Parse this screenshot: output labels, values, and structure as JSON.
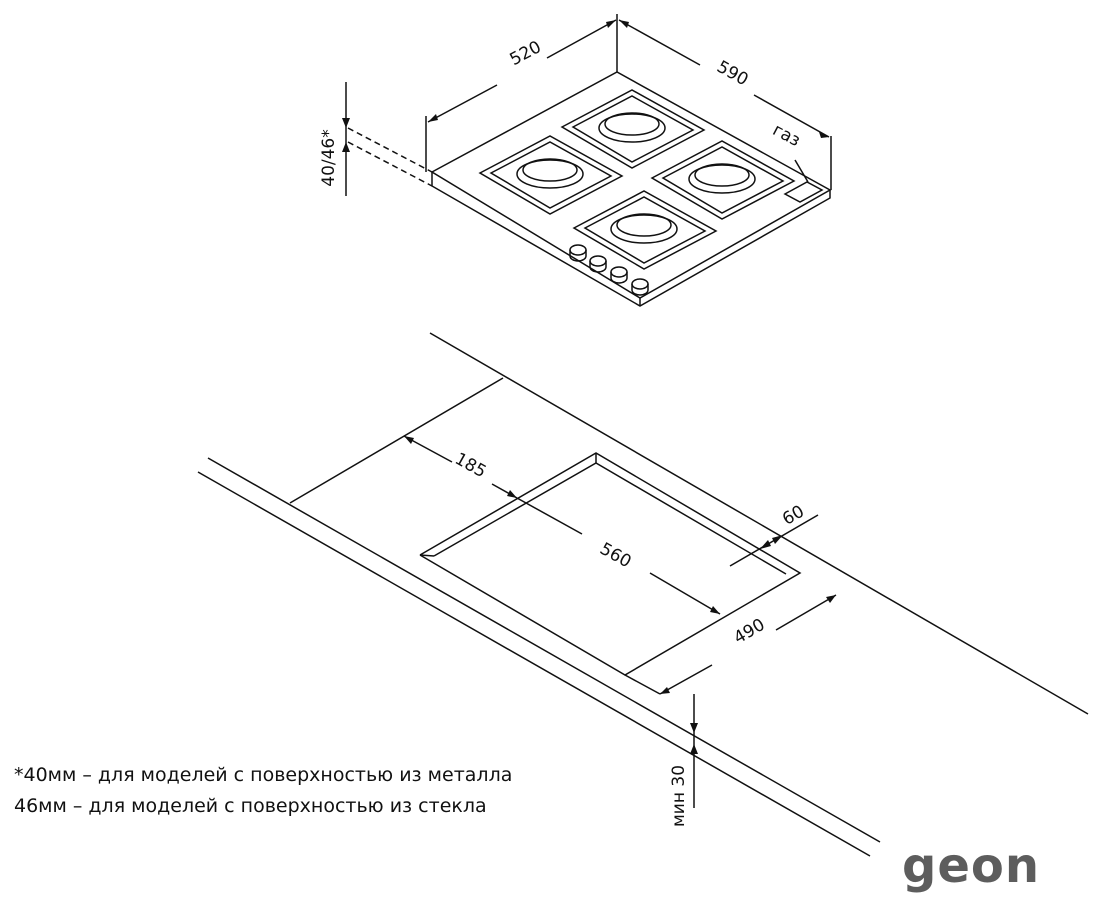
{
  "dimensions": {
    "width": "520",
    "depth": "590",
    "height": "40/46*",
    "gas": "газ",
    "cutout_offset": "185",
    "cutout_width": "560",
    "cutout_depth": "490",
    "edge_distance": "60",
    "min_thickness": "мин 30"
  },
  "notes": [
    "*40мм – для моделей с поверхностью из металла",
    "46мм – для моделей с поверхностью из стекла"
  ],
  "brand": "geon",
  "colors": {
    "line": "#111111",
    "logo": "#5d5d5d"
  }
}
